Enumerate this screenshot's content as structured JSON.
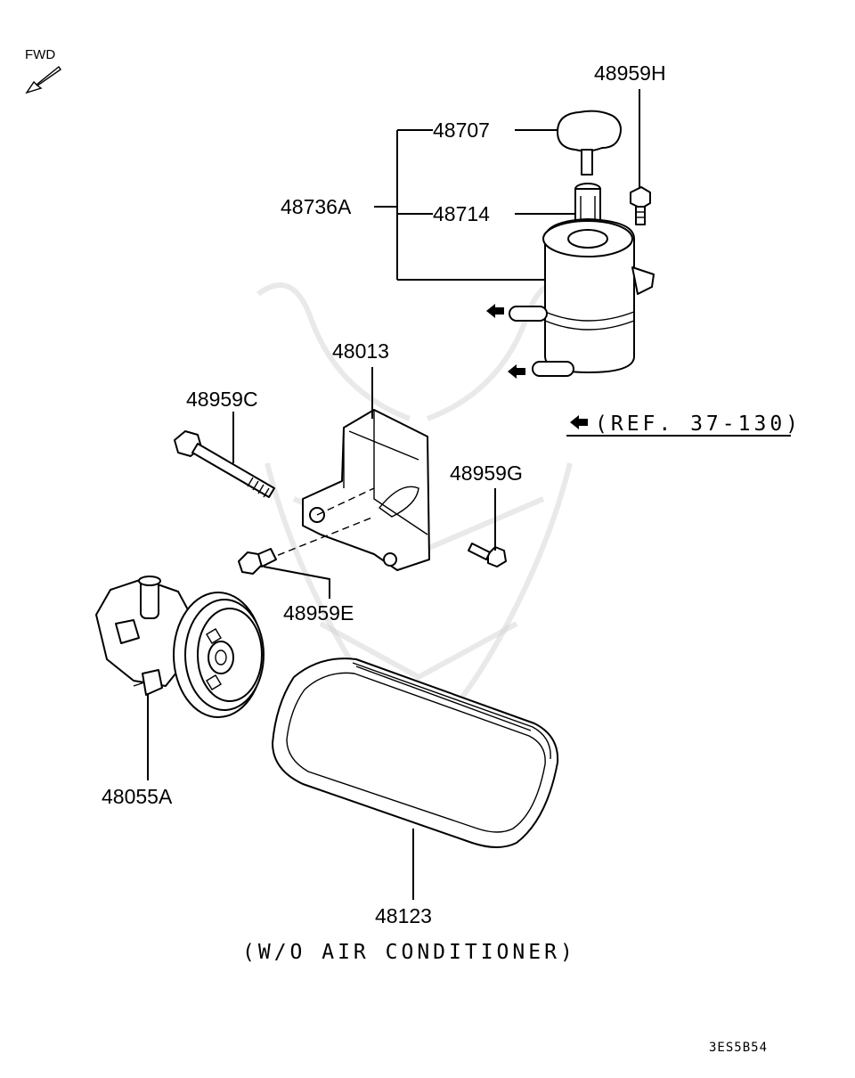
{
  "orientation": {
    "fwd_label": "FWD"
  },
  "parts": {
    "p48959H": "48959H",
    "p48707": "48707",
    "p48736A": "48736A",
    "p48714": "48714",
    "p48013": "48013",
    "p48959C": "48959C",
    "p48959G": "48959G",
    "p48959E": "48959E",
    "p48055A": "48055A",
    "p48123": "48123"
  },
  "reference": {
    "text": "(REF. 37-130)"
  },
  "note": "(W/O AIR CONDITIONER)",
  "diagram_code": "3ES5B54"
}
